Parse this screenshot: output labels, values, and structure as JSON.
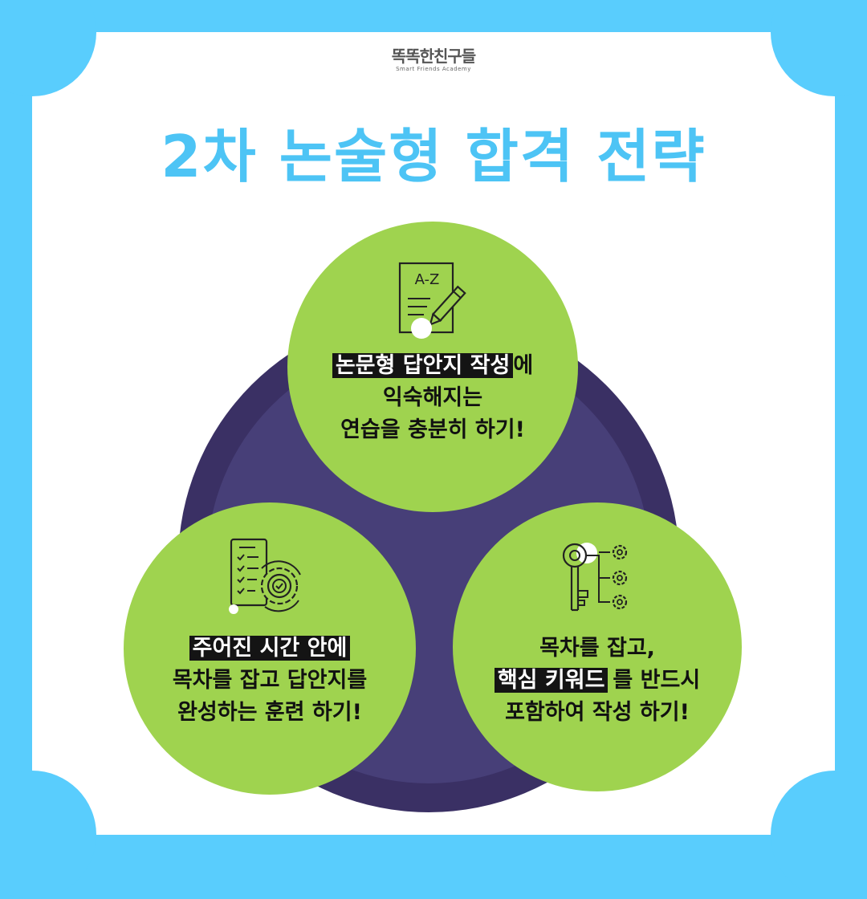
{
  "logo": {
    "main": "똑똑한친구들",
    "sub": "Smart Friends Academy"
  },
  "title": "2차 논술형 합격 전략",
  "colors": {
    "frame": "#59cdfd",
    "title": "#4dc4f5",
    "dark_circle": "#3a3064",
    "green": "#9fd34f",
    "highlight": "#141414"
  },
  "tips": [
    {
      "icon": "document-pencil-icon",
      "icon_text": "A-Z",
      "highlight": "논문형 답안지 작성",
      "line1_rest": "에",
      "line2": "익숙해지는",
      "line3": "연습을 충분히 하기!"
    },
    {
      "icon": "checklist-gear-icon",
      "highlight": "주어진 시간 안에",
      "line2": "목차를 잡고 답안지를",
      "line3": "완성하는 훈련 하기!"
    },
    {
      "icon": "key-gears-icon",
      "line1": "목차를 잡고,",
      "highlight": "핵심 키워드",
      "line2_rest": "를 반드시",
      "line3": "포함하여 작성 하기!"
    }
  ]
}
